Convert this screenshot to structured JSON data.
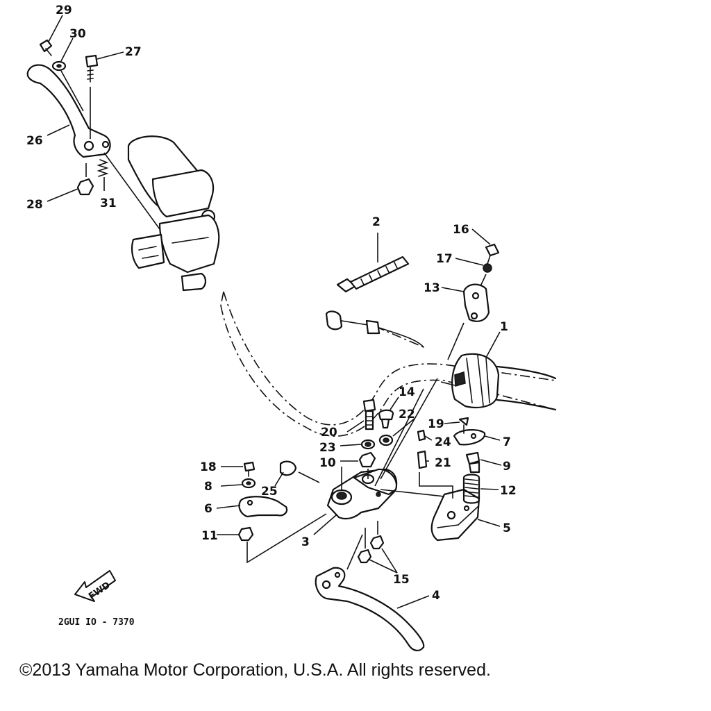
{
  "diagram": {
    "callouts": {
      "p1": "1",
      "p2": "2",
      "p3": "3",
      "p4": "4",
      "p5": "5",
      "p6": "6",
      "p7": "7",
      "p8": "8",
      "p9": "9",
      "p10": "10",
      "p11": "11",
      "p12": "12",
      "p13": "13",
      "p14": "14",
      "p15": "15",
      "p16": "16",
      "p17": "17",
      "p18": "18",
      "p19": "19",
      "p20": "20",
      "p21": "21",
      "p22": "22",
      "p23": "23",
      "p24": "24",
      "p25": "25",
      "p26": "26",
      "p27": "27",
      "p28": "28",
      "p29": "29",
      "p30": "30",
      "p31": "31"
    },
    "fwd_label": "FWD",
    "drawing_code": "2GUI IO - 7370"
  },
  "footer": {
    "copyright": "©2013 Yamaha Motor Corporation, U.S.A. All rights reserved."
  }
}
